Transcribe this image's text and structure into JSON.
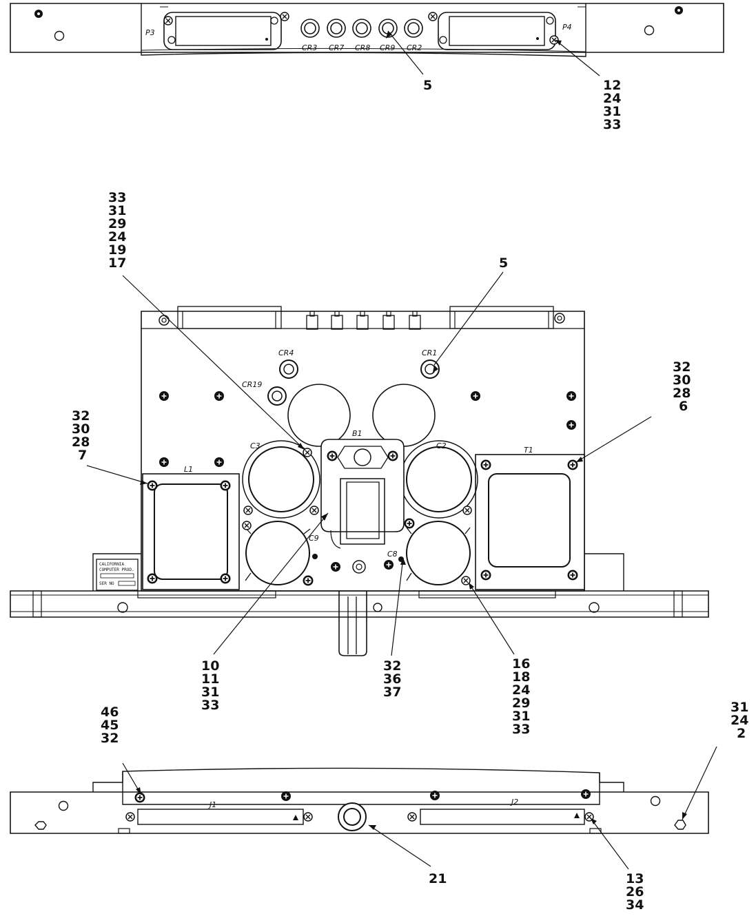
{
  "refdes": {
    "p3": "P3",
    "p4": "P4",
    "top_leds": [
      "CR3",
      "CR7",
      "CR8",
      "CR9",
      "CR2"
    ],
    "cr4": "CR4",
    "cr1": "CR1",
    "cr19": "CR19",
    "c3": "C3",
    "c2": "C2",
    "b1": "B1",
    "l1": "L1",
    "t1": "T1",
    "c9": "C9",
    "c8": "C8",
    "j1": "J1",
    "j2": "J2"
  },
  "nameplate": {
    "line1": "CALIFORNIA",
    "line2": "COMPUTER PROD.",
    "ser": "SER NO"
  },
  "callouts": [
    {
      "id": "top-cr9",
      "numbers": [
        "5"
      ]
    },
    {
      "id": "top-p4-screw",
      "numbers": [
        "12",
        "24",
        "31",
        "33"
      ]
    },
    {
      "id": "b1-bracket",
      "numbers": [
        "33",
        "31",
        "29",
        "24",
        "19",
        "17"
      ]
    },
    {
      "id": "cr1",
      "numbers": [
        "5"
      ]
    },
    {
      "id": "l1",
      "numbers": [
        "32",
        "30",
        "28",
        "7"
      ]
    },
    {
      "id": "t1",
      "numbers": [
        "32",
        "30",
        "28",
        "6"
      ]
    },
    {
      "id": "b1",
      "numbers": [
        "10",
        "11",
        "31",
        "33"
      ]
    },
    {
      "id": "c8",
      "numbers": [
        "32",
        "36",
        "37"
      ]
    },
    {
      "id": "c2-clamp",
      "numbers": [
        "16",
        "18",
        "24",
        "29",
        "31",
        "33"
      ]
    },
    {
      "id": "bottom-j1",
      "numbers": [
        "46",
        "45",
        "32"
      ]
    },
    {
      "id": "bottom-right",
      "numbers": [
        "31",
        "24",
        "2"
      ]
    },
    {
      "id": "bottom-grommet",
      "numbers": [
        "21"
      ]
    },
    {
      "id": "bottom-j2",
      "numbers": [
        "13",
        "26",
        "34"
      ]
    }
  ]
}
